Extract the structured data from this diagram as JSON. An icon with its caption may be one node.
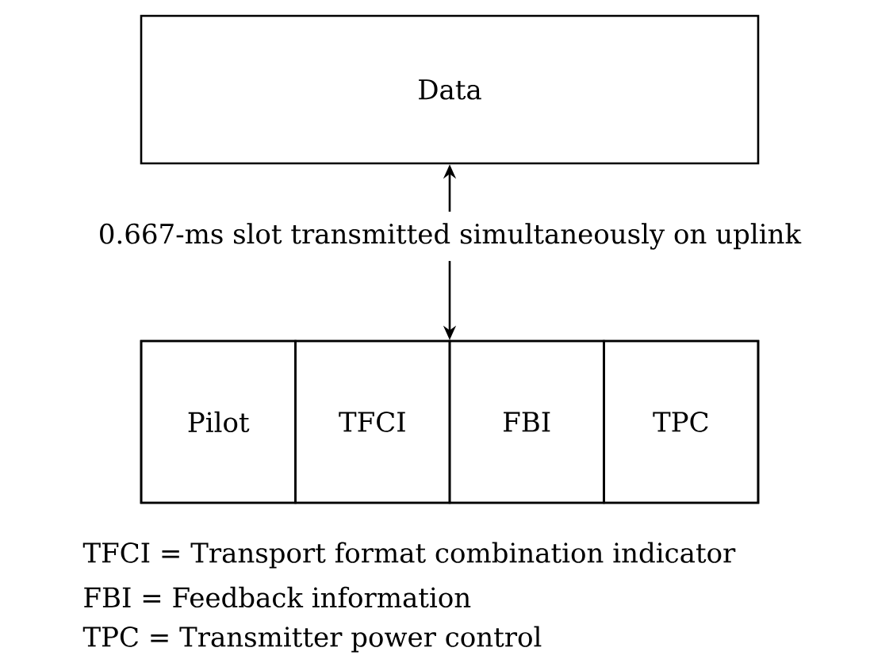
{
  "diagram": {
    "nodes": [
      {
        "text": [
          "Data"
        ]
      },
      {
        "text": [
          "0.667-ms slot transmitted simultaneously on uplink"
        ]
      },
      {
        "text": [],
        "shape": "box"
      },
      {
        "text": [
          "Pilot"
        ],
        "in": 2
      },
      {
        "text": [
          "TFCI"
        ],
        "in": 2
      },
      {
        "text": [
          "FBI"
        ],
        "in": 2
      },
      {
        "text": [
          "TPC"
        ],
        "in": 2
      }
    ],
    "edges": [
      {
        "from": 1,
        "to": 0,
        "arrow": "to"
      },
      {
        "from": 1,
        "to": 2,
        "arrow": "to"
      }
    ],
    "labels": [
      "TFCI = Transport format combination indicator",
      "FBI = Feedback information",
      "TPC = Transmitter power control"
    ]
  }
}
